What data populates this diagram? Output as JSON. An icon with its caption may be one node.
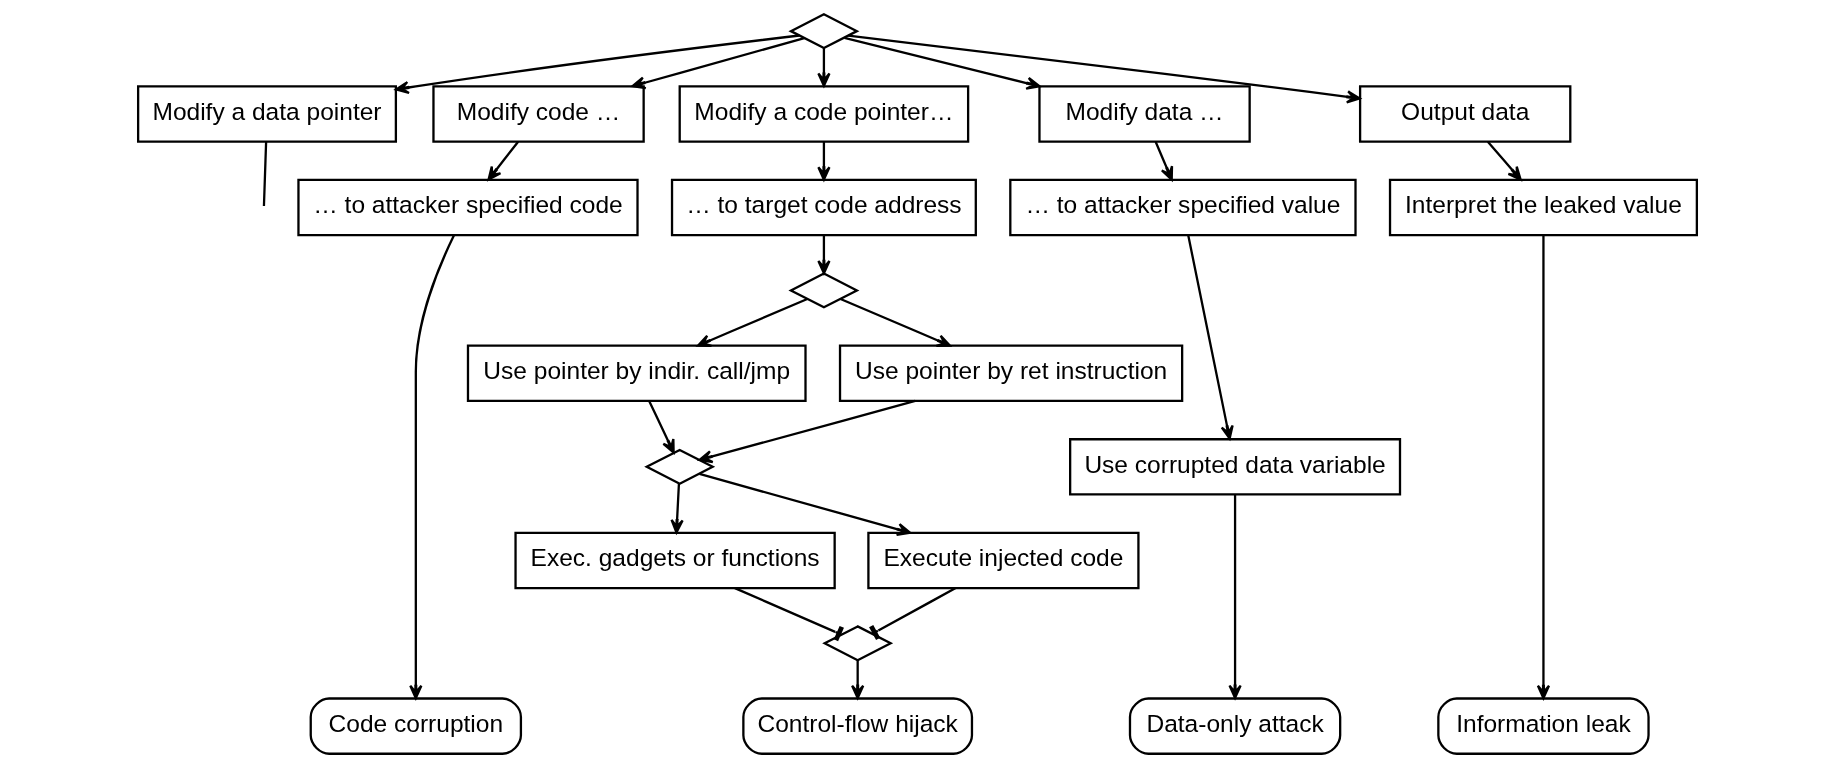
{
  "diagram": {
    "nodes": [
      {
        "text": [],
        "shape": "diamond"
      },
      {
        "text": [
          "Modify a data pointer"
        ]
      },
      {
        "text": [
          "Modify code …"
        ]
      },
      {
        "text": [
          "… to attacker specified code"
        ]
      },
      {
        "text": [
          "Modify a code pointer…"
        ]
      },
      {
        "text": [
          "… to target code address"
        ]
      },
      {
        "text": [],
        "shape": "diamond"
      },
      {
        "text": [
          "Use pointer by indir. call/jmp"
        ]
      },
      {
        "text": [
          "Use pointer by ret instruction"
        ]
      },
      {
        "text": [],
        "shape": "diamond"
      },
      {
        "text": [
          "Exec. gadgets or functions"
        ]
      },
      {
        "text": [
          "Execute injected code"
        ]
      },
      {
        "text": [],
        "shape": "diamond"
      },
      {
        "text": [
          "Modify data …"
        ]
      },
      {
        "text": [
          "… to attacker specified value"
        ]
      },
      {
        "text": [
          "Use corrupted data variable"
        ]
      },
      {
        "text": [
          "Output data"
        ]
      },
      {
        "text": [
          "Interpret the leaked value"
        ]
      },
      {
        "text": [
          "Code corruption"
        ]
      },
      {
        "text": [
          "Control-flow hijack"
        ]
      },
      {
        "text": [
          "Data-only attack"
        ]
      },
      {
        "text": [
          "Information leak"
        ]
      }
    ],
    "edges": [
      {
        "from": 0,
        "to": 1,
        "arrow": "to"
      },
      {
        "from": 0,
        "to": 2,
        "arrow": "to"
      },
      {
        "from": 0,
        "to": 4,
        "arrow": "to"
      },
      {
        "from": 0,
        "to": 13,
        "arrow": "to"
      },
      {
        "from": 0,
        "to": 16,
        "arrow": "to"
      },
      {
        "from": 1,
        "to": null,
        "arrow": "none"
      },
      {
        "from": 2,
        "to": 3,
        "arrow": "to"
      },
      {
        "from": 3,
        "to": 18,
        "arrow": "to"
      },
      {
        "from": 4,
        "to": 5,
        "arrow": "to"
      },
      {
        "from": 5,
        "to": 6,
        "arrow": "to"
      },
      {
        "from": 6,
        "to": 7,
        "arrow": "to"
      },
      {
        "from": 6,
        "to": 8,
        "arrow": "to"
      },
      {
        "from": 7,
        "to": 9,
        "arrow": "to"
      },
      {
        "from": 8,
        "to": 9,
        "arrow": "to"
      },
      {
        "from": 9,
        "to": 10,
        "arrow": "to"
      },
      {
        "from": 9,
        "to": 11,
        "arrow": "to"
      },
      {
        "from": 10,
        "to": 12,
        "arrow": "other"
      },
      {
        "from": 11,
        "to": 12,
        "arrow": "other"
      },
      {
        "from": 12,
        "to": 19,
        "arrow": "to"
      },
      {
        "from": 13,
        "to": 14,
        "arrow": "to"
      },
      {
        "from": 14,
        "to": 15,
        "arrow": "to"
      },
      {
        "from": 15,
        "to": 20,
        "arrow": "to"
      },
      {
        "from": 16,
        "to": 17,
        "arrow": "to"
      },
      {
        "from": 17,
        "to": 21,
        "arrow": "to"
      }
    ]
  }
}
